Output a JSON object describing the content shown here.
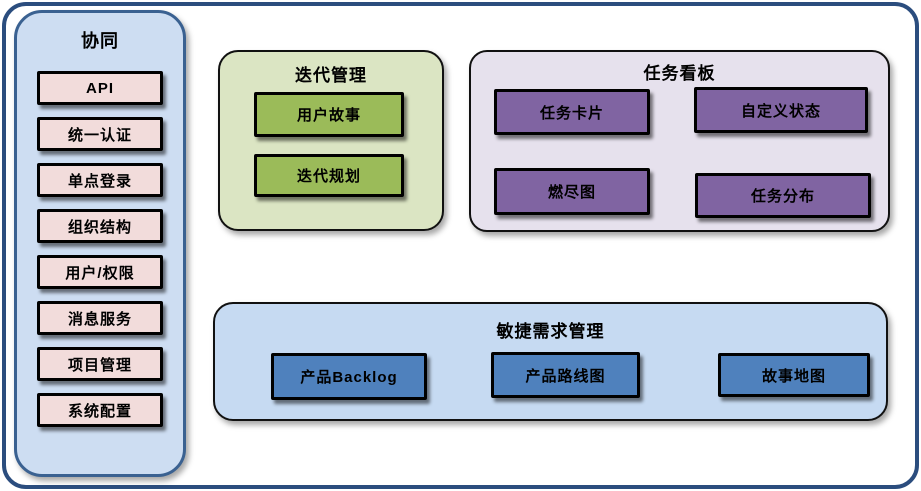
{
  "sidebar": {
    "title": "协同",
    "items": [
      {
        "label": "API"
      },
      {
        "label": "统一认证"
      },
      {
        "label": "单点登录"
      },
      {
        "label": "组织结构"
      },
      {
        "label": "用户/权限"
      },
      {
        "label": "消息服务"
      },
      {
        "label": "项目管理"
      },
      {
        "label": "系统配置"
      }
    ]
  },
  "panels": {
    "iteration": {
      "title": "迭代管理",
      "items": [
        {
          "label": "用户故事"
        },
        {
          "label": "迭代规划"
        }
      ]
    },
    "kanban": {
      "title": "任务看板",
      "items": [
        {
          "label": "任务卡片"
        },
        {
          "label": "自定义状态"
        },
        {
          "label": "燃尽图"
        },
        {
          "label": "任务分布"
        }
      ]
    },
    "agile": {
      "title": "敏捷需求管理",
      "items": [
        {
          "label": "产品Backlog"
        },
        {
          "label": "产品路线图"
        },
        {
          "label": "故事地图"
        }
      ]
    }
  },
  "colors": {
    "frame_border": "#2b4d7e",
    "sidebar_fill": "#cdddf2",
    "sidebar_border": "#3a6191",
    "sidebar_item_fill": "#f2dcdb",
    "iteration_panel_fill": "#dbe5c3",
    "iteration_item_fill": "#9bbb59",
    "kanban_panel_fill": "#e6e1ed",
    "kanban_item_fill": "#8064a2",
    "agile_panel_fill": "#c6daf2",
    "agile_item_fill": "#4f81bd",
    "box_border": "#000000",
    "text": "#000000"
  }
}
